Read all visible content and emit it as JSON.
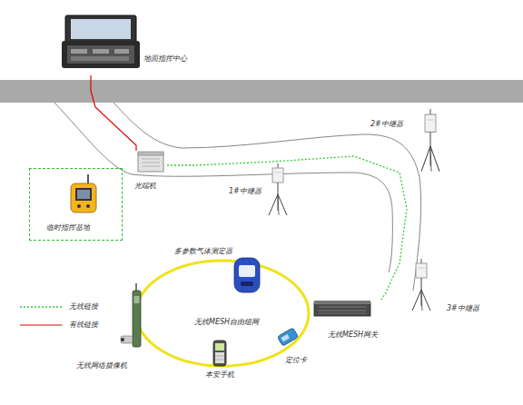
{
  "diagram": {
    "nodes": [
      {
        "text": [
          "地面指挥中心"
        ]
      },
      {
        "text": [
          "临时指挥基地"
        ]
      },
      {
        "text": [
          "光端机"
        ]
      },
      {
        "text": [
          "1#中继器"
        ]
      },
      {
        "text": [
          "2#中继器"
        ]
      },
      {
        "text": [
          "3#中继器"
        ]
      },
      {
        "text": [
          "多参数气体测定器"
        ]
      },
      {
        "text": [
          "无线MESH网关"
        ]
      },
      {
        "text": [
          "定位卡"
        ]
      },
      {
        "text": [
          "本安手机"
        ]
      },
      {
        "text": [
          "无线网络摄像机"
        ]
      }
    ],
    "edges": [
      {
        "from": 0,
        "to": 2,
        "arrow": "none"
      },
      {
        "from": 2,
        "to": 7,
        "arrow": "none"
      }
    ],
    "labels": [
      "无线MESH自由组网"
    ],
    "legend": [
      {
        "text": "无线链接"
      },
      {
        "text": "有线链接"
      }
    ]
  }
}
